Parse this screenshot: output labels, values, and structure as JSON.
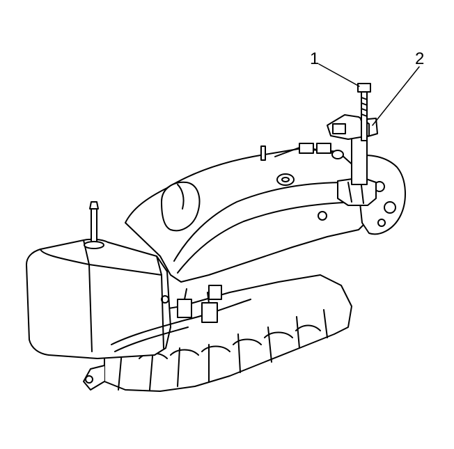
{
  "figure": {
    "callouts": [
      {
        "label": "1",
        "target": "bolt"
      },
      {
        "label": "2",
        "target": "sensor-bracket"
      }
    ]
  }
}
